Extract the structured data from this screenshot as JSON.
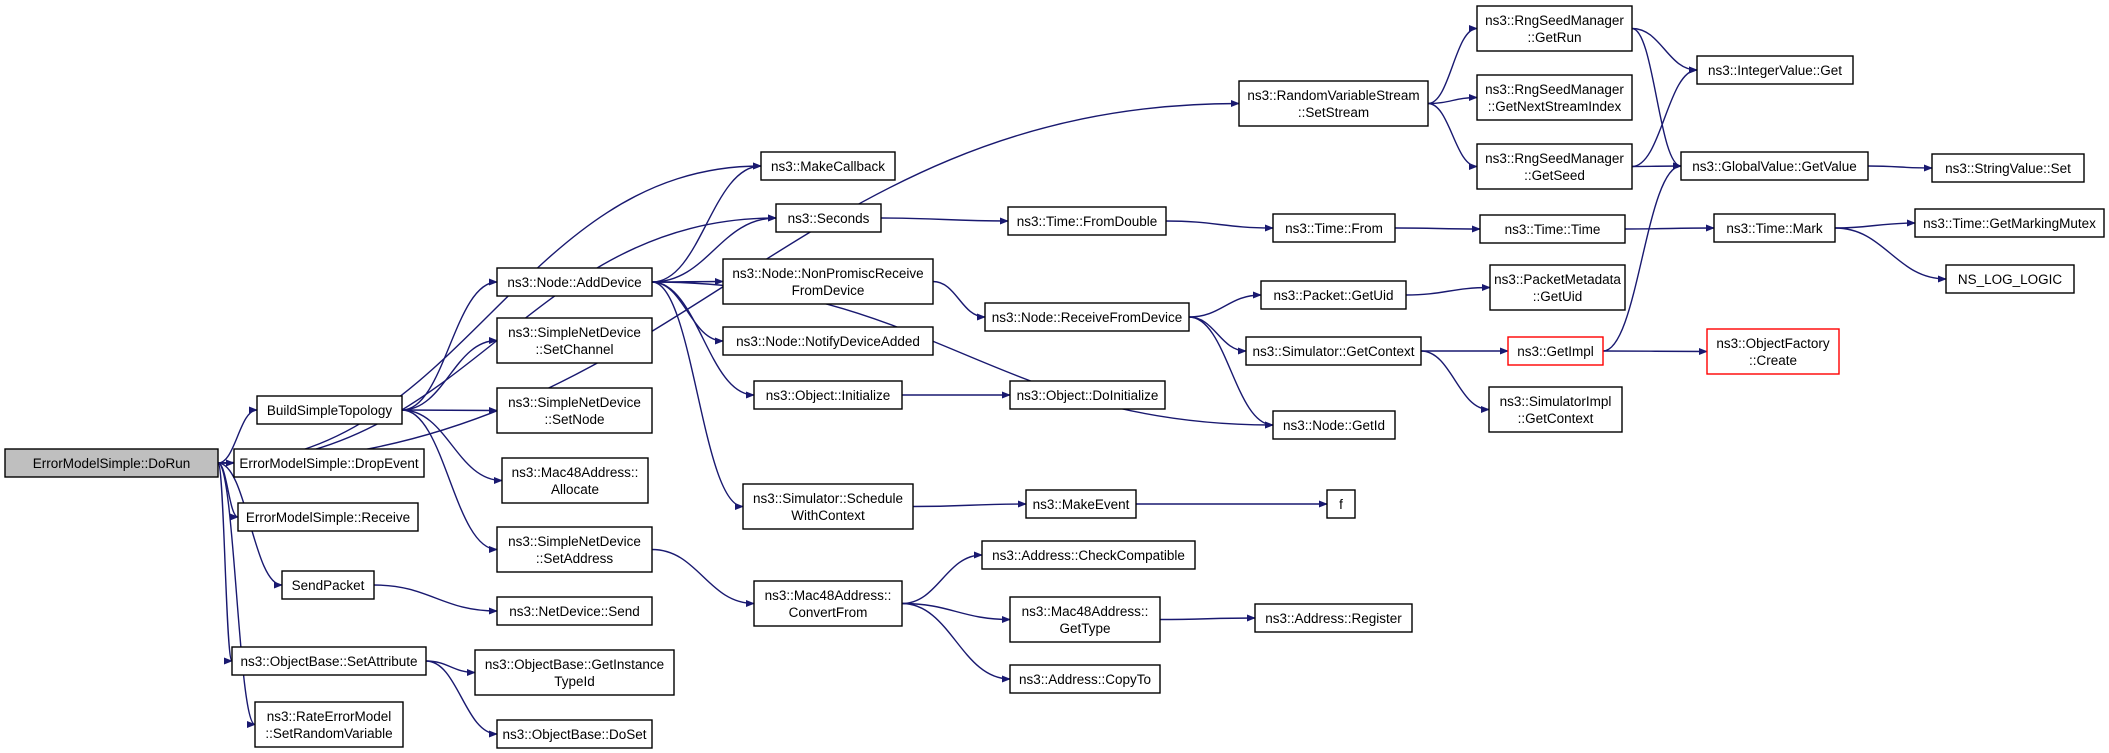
{
  "colors": {
    "edge": "#191970",
    "root_fill": "#bfbfbf",
    "node_border": "#000000",
    "truncated_border": "#ff0000",
    "background": "#ffffff"
  },
  "nodes": [
    {
      "id": "n0",
      "lines": [
        "ErrorModelSimple::DoRun"
      ],
      "kind": "root"
    },
    {
      "id": "n1",
      "lines": [
        "BuildSimpleTopology"
      ]
    },
    {
      "id": "n2",
      "lines": [
        "ErrorModelSimple::DropEvent"
      ]
    },
    {
      "id": "n3",
      "lines": [
        "ErrorModelSimple::Receive"
      ]
    },
    {
      "id": "n4",
      "lines": [
        "SendPacket"
      ]
    },
    {
      "id": "n5",
      "lines": [
        "ns3::ObjectBase::SetAttribute"
      ]
    },
    {
      "id": "n6",
      "lines": [
        "ns3::RateErrorModel",
        "::SetRandomVariable"
      ]
    },
    {
      "id": "n7",
      "lines": [
        "ns3::Node::AddDevice"
      ]
    },
    {
      "id": "n8",
      "lines": [
        "ns3::SimpleNetDevice",
        "::SetChannel"
      ]
    },
    {
      "id": "n9",
      "lines": [
        "ns3::SimpleNetDevice",
        "::SetNode"
      ]
    },
    {
      "id": "n10",
      "lines": [
        "ns3::Mac48Address::",
        "Allocate"
      ]
    },
    {
      "id": "n11",
      "lines": [
        "ns3::SimpleNetDevice",
        "::SetAddress"
      ]
    },
    {
      "id": "n12",
      "lines": [
        "ns3::NetDevice::Send"
      ]
    },
    {
      "id": "n13",
      "lines": [
        "ns3::ObjectBase::GetInstance",
        "TypeId"
      ]
    },
    {
      "id": "n14",
      "lines": [
        "ns3::ObjectBase::DoSet"
      ]
    },
    {
      "id": "n15",
      "lines": [
        "ns3::MakeCallback"
      ]
    },
    {
      "id": "n16",
      "lines": [
        "ns3::Seconds"
      ]
    },
    {
      "id": "n17",
      "lines": [
        "ns3::Node::NonPromiscReceive",
        "FromDevice"
      ]
    },
    {
      "id": "n18",
      "lines": [
        "ns3::Node::NotifyDeviceAdded"
      ]
    },
    {
      "id": "n19",
      "lines": [
        "ns3::Object::Initialize"
      ]
    },
    {
      "id": "n20",
      "lines": [
        "ns3::Simulator::Schedule",
        "WithContext"
      ]
    },
    {
      "id": "n21",
      "lines": [
        "ns3::Mac48Address::",
        "ConvertFrom"
      ]
    },
    {
      "id": "n22",
      "lines": [
        "ns3::RandomVariableStream",
        "::SetStream"
      ]
    },
    {
      "id": "n23",
      "lines": [
        "ns3::Time::FromDouble"
      ]
    },
    {
      "id": "n24",
      "lines": [
        "ns3::Node::ReceiveFromDevice"
      ]
    },
    {
      "id": "n25",
      "lines": [
        "ns3::Object::DoInitialize"
      ]
    },
    {
      "id": "n26",
      "lines": [
        "ns3::MakeEvent"
      ]
    },
    {
      "id": "n27",
      "lines": [
        "ns3::Address::CheckCompatible"
      ]
    },
    {
      "id": "n28",
      "lines": [
        "ns3::Mac48Address::",
        "GetType"
      ]
    },
    {
      "id": "n29",
      "lines": [
        "ns3::Address::CopyTo"
      ]
    },
    {
      "id": "n30",
      "lines": [
        "ns3::RngSeedManager",
        "::GetRun"
      ]
    },
    {
      "id": "n31",
      "lines": [
        "ns3::RngSeedManager",
        "::GetNextStreamIndex"
      ]
    },
    {
      "id": "n32",
      "lines": [
        "ns3::RngSeedManager",
        "::GetSeed"
      ]
    },
    {
      "id": "n33",
      "lines": [
        "ns3::Time::From"
      ]
    },
    {
      "id": "n34",
      "lines": [
        "ns3::Packet::GetUid"
      ]
    },
    {
      "id": "n35",
      "lines": [
        "ns3::Simulator::GetContext"
      ]
    },
    {
      "id": "n36",
      "lines": [
        "ns3::Node::GetId"
      ]
    },
    {
      "id": "n37",
      "lines": [
        "f"
      ]
    },
    {
      "id": "n38",
      "lines": [
        "ns3::Address::Register"
      ]
    },
    {
      "id": "n39",
      "lines": [
        "ns3::IntegerValue::Get"
      ]
    },
    {
      "id": "n40",
      "lines": [
        "ns3::GlobalValue::GetValue"
      ]
    },
    {
      "id": "n41",
      "lines": [
        "ns3::Time::Time"
      ]
    },
    {
      "id": "n42",
      "lines": [
        "ns3::PacketMetadata",
        "::GetUid"
      ]
    },
    {
      "id": "n43",
      "lines": [
        "ns3::GetImpl"
      ],
      "kind": "truncated"
    },
    {
      "id": "n44",
      "lines": [
        "ns3::SimulatorImpl",
        "::GetContext"
      ]
    },
    {
      "id": "n45",
      "lines": [
        "ns3::StringValue::Set"
      ]
    },
    {
      "id": "n46",
      "lines": [
        "ns3::Time::Mark"
      ]
    },
    {
      "id": "n47",
      "lines": [
        "ns3::ObjectFactory",
        "::Create"
      ],
      "kind": "truncated"
    },
    {
      "id": "n48",
      "lines": [
        "ns3::Time::GetMarkingMutex"
      ]
    },
    {
      "id": "n49",
      "lines": [
        "NS_LOG_LOGIC"
      ]
    }
  ],
  "edges": [
    [
      "n0",
      "n22"
    ],
    [
      "n0",
      "n15"
    ],
    [
      "n0",
      "n16"
    ],
    [
      "n0",
      "n1"
    ],
    [
      "n0",
      "n2"
    ],
    [
      "n0",
      "n3"
    ],
    [
      "n0",
      "n4"
    ],
    [
      "n0",
      "n5"
    ],
    [
      "n0",
      "n6"
    ],
    [
      "n1",
      "n7"
    ],
    [
      "n1",
      "n8"
    ],
    [
      "n1",
      "n9"
    ],
    [
      "n1",
      "n10"
    ],
    [
      "n1",
      "n11"
    ],
    [
      "n4",
      "n12"
    ],
    [
      "n5",
      "n13"
    ],
    [
      "n5",
      "n14"
    ],
    [
      "n7",
      "n15"
    ],
    [
      "n7",
      "n16"
    ],
    [
      "n7",
      "n17"
    ],
    [
      "n7",
      "n18"
    ],
    [
      "n7",
      "n19"
    ],
    [
      "n7",
      "n36"
    ],
    [
      "n7",
      "n20"
    ],
    [
      "n11",
      "n21"
    ],
    [
      "n16",
      "n23"
    ],
    [
      "n17",
      "n24"
    ],
    [
      "n19",
      "n25"
    ],
    [
      "n20",
      "n26"
    ],
    [
      "n21",
      "n27"
    ],
    [
      "n21",
      "n28"
    ],
    [
      "n21",
      "n29"
    ],
    [
      "n22",
      "n30"
    ],
    [
      "n22",
      "n31"
    ],
    [
      "n22",
      "n32"
    ],
    [
      "n23",
      "n33"
    ],
    [
      "n24",
      "n34"
    ],
    [
      "n24",
      "n35"
    ],
    [
      "n24",
      "n36"
    ],
    [
      "n26",
      "n37"
    ],
    [
      "n28",
      "n38"
    ],
    [
      "n30",
      "n39"
    ],
    [
      "n30",
      "n40"
    ],
    [
      "n32",
      "n39"
    ],
    [
      "n32",
      "n40"
    ],
    [
      "n33",
      "n41"
    ],
    [
      "n34",
      "n42"
    ],
    [
      "n35",
      "n43"
    ],
    [
      "n35",
      "n44"
    ],
    [
      "n40",
      "n45"
    ],
    [
      "n41",
      "n46"
    ],
    [
      "n43",
      "n40"
    ],
    [
      "n43",
      "n47"
    ],
    [
      "n46",
      "n48"
    ],
    [
      "n46",
      "n49"
    ]
  ]
}
